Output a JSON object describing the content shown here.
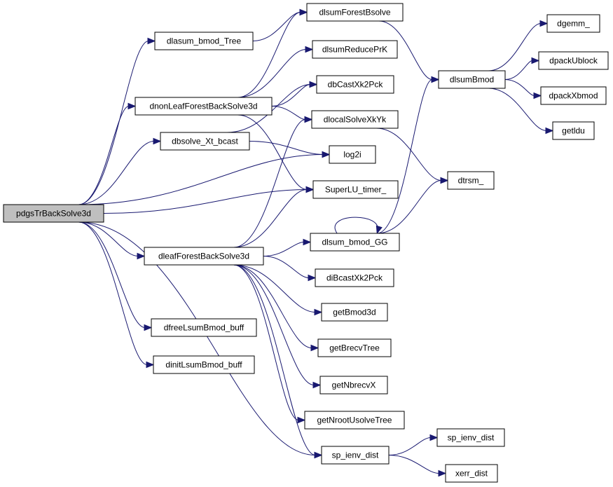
{
  "graph": {
    "colors": {
      "edge": "#191970",
      "root_fill": "#bfbfbf",
      "node_fill": "#ffffff",
      "node_border": "#000000"
    },
    "nodes": [
      {
        "id": "pdgsTrBackSolve3d",
        "label": "pdgsTrBackSolve3d",
        "root": true
      },
      {
        "id": "dlasum_bmod_Tree",
        "label": "dlasum_bmod_Tree"
      },
      {
        "id": "dnonLeafForestBackSolve3d",
        "label": "dnonLeafForestBackSolve3d"
      },
      {
        "id": "dbsolve_Xt_bcast",
        "label": "dbsolve_Xt_bcast"
      },
      {
        "id": "dleafForestBackSolve3d",
        "label": "dleafForestBackSolve3d"
      },
      {
        "id": "dfreeLsumBmod_buff",
        "label": "dfreeLsumBmod_buff"
      },
      {
        "id": "dinitLsumBmod_buff",
        "label": "dinitLsumBmod_buff"
      },
      {
        "id": "dlsumForestBsolve",
        "label": "dlsumForestBsolve"
      },
      {
        "id": "dlsumReducePrK",
        "label": "dlsumReducePrK"
      },
      {
        "id": "dbCastXk2Pck",
        "label": "dbCastXk2Pck"
      },
      {
        "id": "dlocalSolveXkYk",
        "label": "dlocalSolveXkYk"
      },
      {
        "id": "log2i",
        "label": "log2i"
      },
      {
        "id": "SuperLU_timer_",
        "label": "SuperLU_timer_"
      },
      {
        "id": "dlsum_bmod_GG",
        "label": "dlsum_bmod_GG"
      },
      {
        "id": "diBcastXk2Pck",
        "label": "diBcastXk2Pck"
      },
      {
        "id": "getBmod3d",
        "label": "getBmod3d"
      },
      {
        "id": "getBrecvTree",
        "label": "getBrecvTree"
      },
      {
        "id": "getNbrecvX",
        "label": "getNbrecvX"
      },
      {
        "id": "getNrootUsolveTree",
        "label": "getNrootUsolveTree"
      },
      {
        "id": "sp_ienv_dist_mid",
        "label": "sp_ienv_dist"
      },
      {
        "id": "dlsumBmod",
        "label": "dlsumBmod"
      },
      {
        "id": "dtrsm_",
        "label": "dtrsm_"
      },
      {
        "id": "sp_ienv_dist_right",
        "label": "sp_ienv_dist"
      },
      {
        "id": "xerr_dist",
        "label": "xerr_dist"
      },
      {
        "id": "dgemm_",
        "label": "dgemm_"
      },
      {
        "id": "dpackUblock",
        "label": "dpackUblock"
      },
      {
        "id": "dpackXbmod",
        "label": "dpackXbmod"
      },
      {
        "id": "getldu",
        "label": "getldu"
      }
    ],
    "edges": [
      {
        "from": "pdgsTrBackSolve3d",
        "to": "dlasum_bmod_Tree"
      },
      {
        "from": "pdgsTrBackSolve3d",
        "to": "dnonLeafForestBackSolve3d"
      },
      {
        "from": "pdgsTrBackSolve3d",
        "to": "dbsolve_Xt_bcast"
      },
      {
        "from": "pdgsTrBackSolve3d",
        "to": "log2i"
      },
      {
        "from": "pdgsTrBackSolve3d",
        "to": "SuperLU_timer_"
      },
      {
        "from": "pdgsTrBackSolve3d",
        "to": "dleafForestBackSolve3d"
      },
      {
        "from": "pdgsTrBackSolve3d",
        "to": "dfreeLsumBmod_buff"
      },
      {
        "from": "pdgsTrBackSolve3d",
        "to": "dinitLsumBmod_buff"
      },
      {
        "from": "pdgsTrBackSolve3d",
        "to": "sp_ienv_dist_mid"
      },
      {
        "from": "dlasum_bmod_Tree",
        "to": "dlsumForestBsolve"
      },
      {
        "from": "dnonLeafForestBackSolve3d",
        "to": "dlsumForestBsolve"
      },
      {
        "from": "dnonLeafForestBackSolve3d",
        "to": "dlsumReducePrK"
      },
      {
        "from": "dnonLeafForestBackSolve3d",
        "to": "dbCastXk2Pck"
      },
      {
        "from": "dnonLeafForestBackSolve3d",
        "to": "dlocalSolveXkYk"
      },
      {
        "from": "dnonLeafForestBackSolve3d",
        "to": "SuperLU_timer_"
      },
      {
        "from": "dbsolve_Xt_bcast",
        "to": "dbCastXk2Pck"
      },
      {
        "from": "dbsolve_Xt_bcast",
        "to": "log2i"
      },
      {
        "from": "dleafForestBackSolve3d",
        "to": "dlocalSolveXkYk"
      },
      {
        "from": "dleafForestBackSolve3d",
        "to": "SuperLU_timer_"
      },
      {
        "from": "dleafForestBackSolve3d",
        "to": "dlsum_bmod_GG"
      },
      {
        "from": "dleafForestBackSolve3d",
        "to": "diBcastXk2Pck"
      },
      {
        "from": "dleafForestBackSolve3d",
        "to": "getBmod3d"
      },
      {
        "from": "dleafForestBackSolve3d",
        "to": "getBrecvTree"
      },
      {
        "from": "dleafForestBackSolve3d",
        "to": "getNbrecvX"
      },
      {
        "from": "dleafForestBackSolve3d",
        "to": "getNrootUsolveTree"
      },
      {
        "from": "dleafForestBackSolve3d",
        "to": "sp_ienv_dist_mid"
      },
      {
        "from": "dlsumForestBsolve",
        "to": "dlsumBmod"
      },
      {
        "from": "dlocalSolveXkYk",
        "to": "dtrsm_"
      },
      {
        "from": "dlsum_bmod_GG",
        "to": "dlsum_bmod_GG"
      },
      {
        "from": "dlsum_bmod_GG",
        "to": "dlsumBmod"
      },
      {
        "from": "dlsum_bmod_GG",
        "to": "dtrsm_"
      },
      {
        "from": "sp_ienv_dist_mid",
        "to": "sp_ienv_dist_right"
      },
      {
        "from": "sp_ienv_dist_mid",
        "to": "xerr_dist"
      },
      {
        "from": "dlsumBmod",
        "to": "dgemm_"
      },
      {
        "from": "dlsumBmod",
        "to": "dpackUblock"
      },
      {
        "from": "dlsumBmod",
        "to": "dpackXbmod"
      },
      {
        "from": "dlsumBmod",
        "to": "getldu"
      }
    ]
  }
}
